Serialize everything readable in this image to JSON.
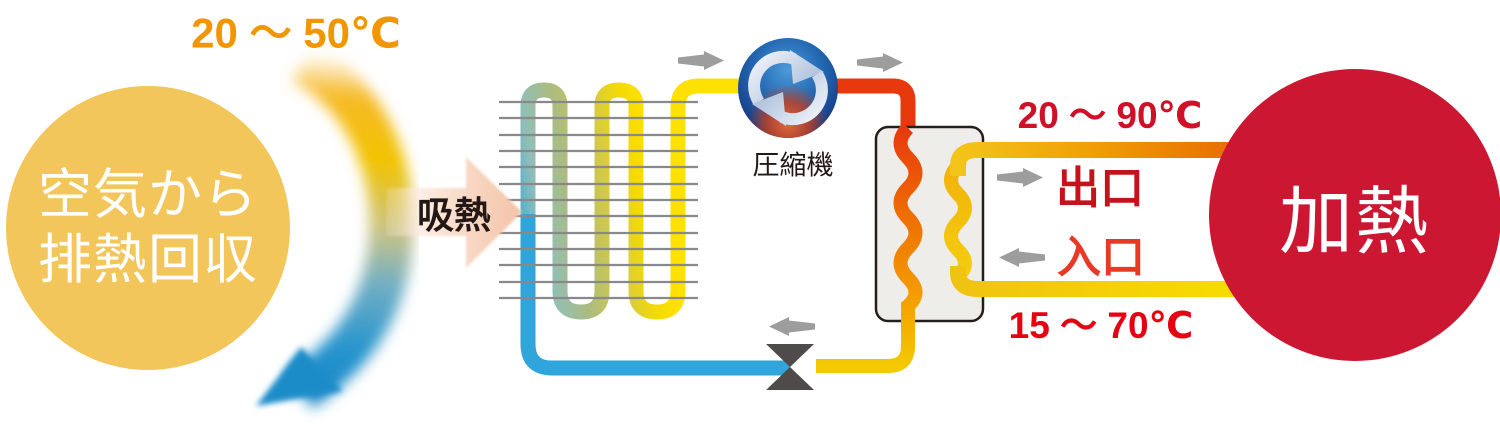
{
  "diagram": {
    "title_implied": "heat-pump-heat-recovery-cycle",
    "air_source": {
      "line1": "空気から",
      "line2": "排熱回収",
      "temp_range": "20 〜 50℃"
    },
    "absorb_label": "吸熱",
    "compressor_label": "圧縮機",
    "heat_exchanger": {
      "outlet_temp_range": "20 〜 90℃",
      "outlet_label": "出口",
      "inlet_label": "入口",
      "inlet_temp_range": "15 〜 70℃"
    },
    "heating_label": "加熱",
    "colors": {
      "air_circle": "#F3C65C",
      "air_temp_text": "#F29600",
      "cold_pipe_blue": "#2FA5DB",
      "coil_teal": "#8FBEB9",
      "coil_olive": "#ACBC80",
      "coil_yellow": "#FFE100",
      "hot_pipe_red": "#E8380D",
      "outlet_pipe_orange": "#E86D00",
      "inlet_pipe_yellow": "#F7DC00",
      "outlet_temp_text": "#CE1126",
      "outlet_text": "#C5131B",
      "inlet_text": "#E83828",
      "inlet_temp_text": "#E60012",
      "heating_circle": "#CB1731",
      "flow_arrow_gray": "#9D9D9E",
      "expansion_valve": "#4E4B4A",
      "fin_gray": "#898989",
      "absorb_arrow_pink": "#F3C3A6"
    }
  }
}
